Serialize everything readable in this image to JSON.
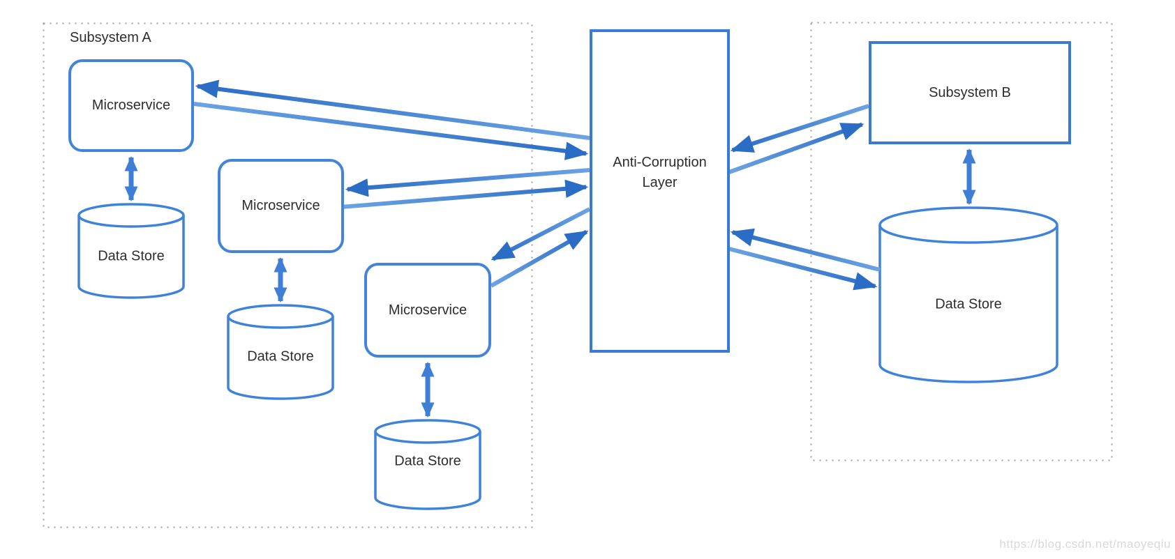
{
  "diagram": {
    "nodes": {
      "subsystem_a": {
        "label": "Subsystem A",
        "type": "group"
      },
      "microservice_1": {
        "label": "Microservice",
        "type": "rounded-box"
      },
      "microservice_2": {
        "label": "Microservice",
        "type": "rounded-box"
      },
      "microservice_3": {
        "label": "Microservice",
        "type": "rounded-box"
      },
      "data_store_1": {
        "label": "Data Store",
        "type": "cylinder"
      },
      "data_store_2": {
        "label": "Data Store",
        "type": "cylinder"
      },
      "data_store_3": {
        "label": "Data Store",
        "type": "cylinder"
      },
      "anti_corruption_layer": {
        "label": "Anti-Corruption Layer",
        "type": "box"
      },
      "subsystem_b": {
        "label": "Subsystem B",
        "type": "box"
      },
      "data_store_b": {
        "label": "Data Store",
        "type": "cylinder"
      }
    },
    "edges": [
      {
        "from": "anti_corruption_layer",
        "to": "microservice_1"
      },
      {
        "from": "microservice_1",
        "to": "anti_corruption_layer"
      },
      {
        "from": "anti_corruption_layer",
        "to": "microservice_2"
      },
      {
        "from": "microservice_2",
        "to": "anti_corruption_layer"
      },
      {
        "from": "anti_corruption_layer",
        "to": "microservice_3"
      },
      {
        "from": "microservice_3",
        "to": "anti_corruption_layer"
      },
      {
        "from": "subsystem_b",
        "to": "anti_corruption_layer"
      },
      {
        "from": "anti_corruption_layer",
        "to": "subsystem_b"
      },
      {
        "from": "data_store_b",
        "to": "anti_corruption_layer"
      },
      {
        "from": "anti_corruption_layer",
        "to": "data_store_b"
      },
      {
        "from": "microservice_1",
        "to": "data_store_1",
        "bidirectional": true
      },
      {
        "from": "microservice_2",
        "to": "data_store_2",
        "bidirectional": true
      },
      {
        "from": "microservice_3",
        "to": "data_store_3",
        "bidirectional": true
      },
      {
        "from": "subsystem_b",
        "to": "data_store_b",
        "bidirectional": true
      }
    ],
    "colors": {
      "node_stroke": "#4384d8",
      "arrow_light": "#6ba3e3",
      "arrow_dark": "#2b6cc4",
      "arrow_mid": "#3f7ed6",
      "dotted_border": "#9c9c9c",
      "text": "#2d2d2d",
      "watermark_text": "#d8d8d8"
    }
  },
  "watermark": {
    "text": "https://blog.csdn.net/maoyeqiu"
  }
}
